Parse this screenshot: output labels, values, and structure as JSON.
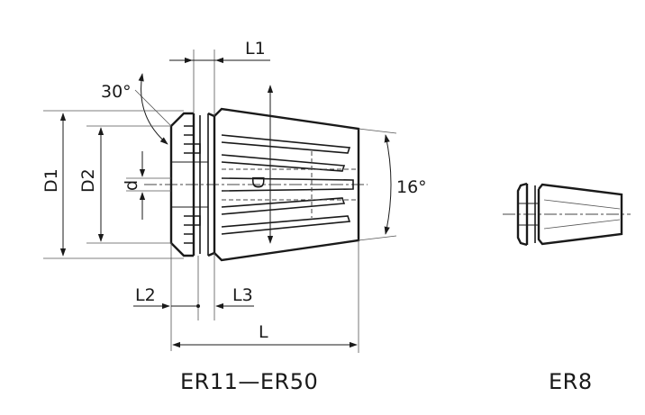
{
  "main_view": {
    "caption": "ER11—ER50",
    "labels": {
      "l1": "L1",
      "l2": "L2",
      "l3": "L3",
      "l": "L",
      "d1": "D1",
      "d2": "D2",
      "d_small": "d",
      "d_cap": "D",
      "angle_30": "30°",
      "angle_16": "16°"
    }
  },
  "side_view": {
    "caption": "ER8"
  },
  "colors": {
    "line": "#1a1a1a",
    "background": "#ffffff"
  }
}
